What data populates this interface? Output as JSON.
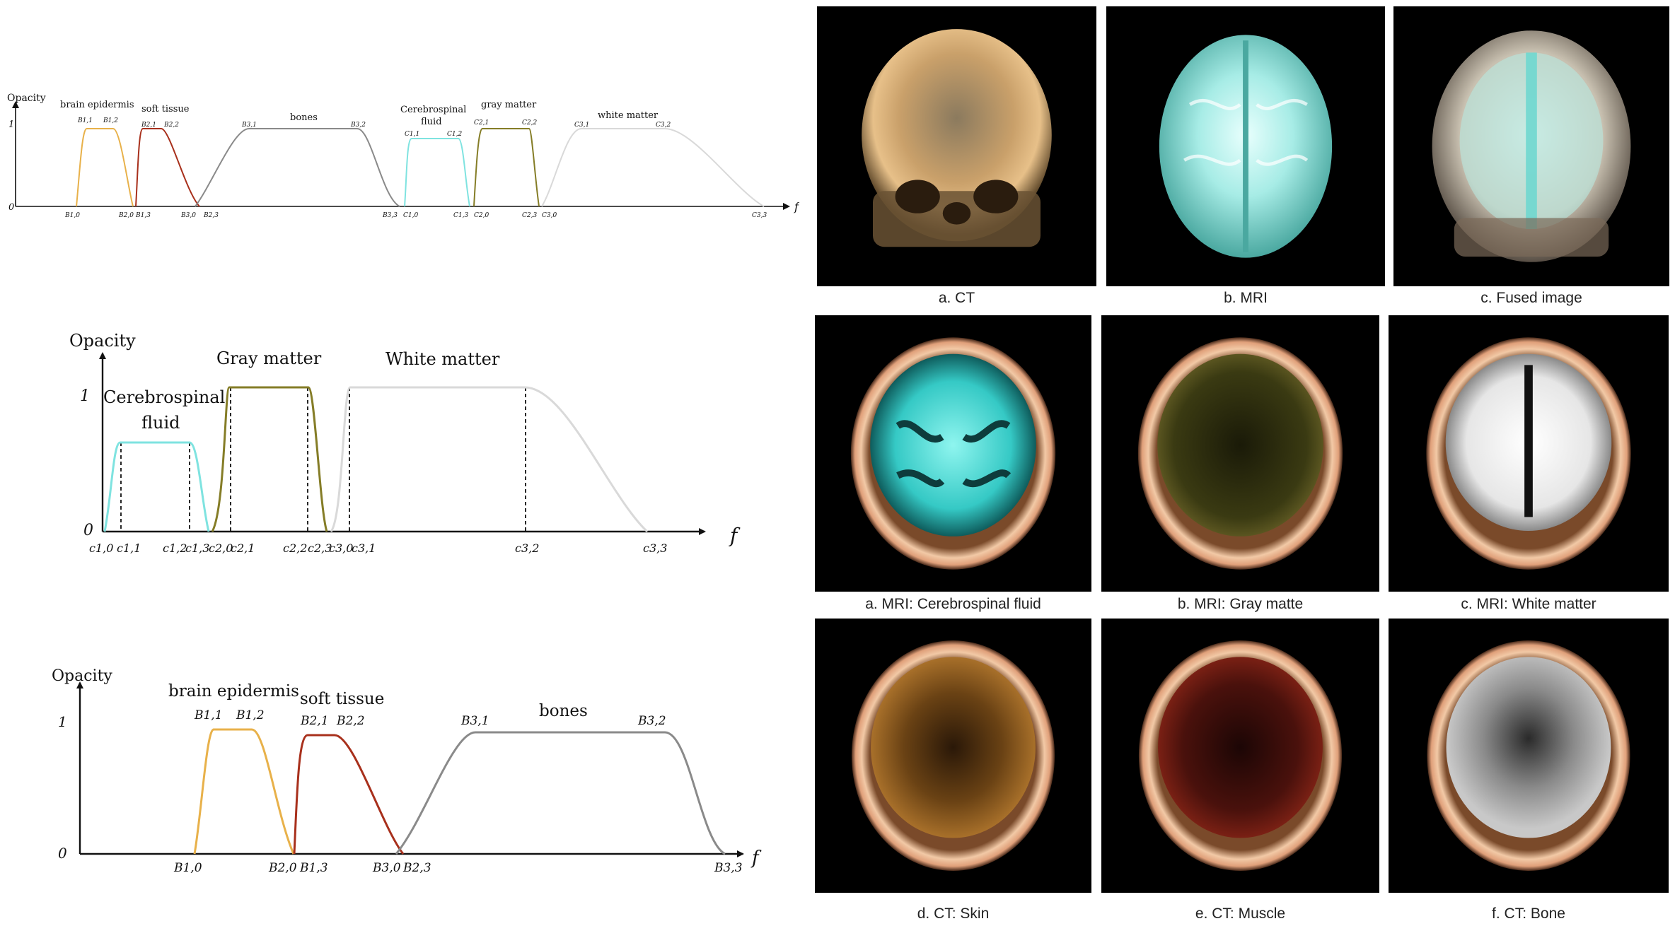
{
  "colors": {
    "epidermis": "#E8B14A",
    "soft_tissue": "#A8301C",
    "bones": "#8A8A8A",
    "csf": "#7FE3E0",
    "gray_matter": "#857D27",
    "white_matter": "#D9D9D9",
    "axis": "#111111"
  },
  "charts": {
    "top": {
      "y_title": "Opacity",
      "x_title": "f",
      "y_one": "1",
      "y_zero": "0",
      "labels": {
        "brain_epidermis": "brain epidermis",
        "soft_tissue": "soft tissue",
        "bones": "bones",
        "csf_line1": "Cerebrospinal",
        "csf_line2": "fluid",
        "gray_matter": "gray matter",
        "white_matter": "white matter"
      },
      "points": {
        "B11": "B1,1",
        "B12": "B1,2",
        "B21": "B2,1",
        "B22": "B2,2",
        "B31": "B3,1",
        "B32": "B3,2",
        "C11": "C1,1",
        "C12": "C1,2",
        "C21": "C2,1",
        "C22": "C2,2",
        "C31": "C3,1",
        "C32": "C3,2"
      },
      "ticks": {
        "B10": "B1,0",
        "B20": "B2,0",
        "B13": "B1,3",
        "B30": "B3,0",
        "B23": "B2,3",
        "B33": "B3,3",
        "C10": "C1,0",
        "C13": "C1,3",
        "C20": "C2,0",
        "C23": "C2,3",
        "C30": "C3,0",
        "C33": "C3,3"
      }
    },
    "middle": {
      "y_title": "Opacity",
      "x_title": "f",
      "y_one": "1",
      "y_zero": "0",
      "labels": {
        "csf_line1": "Cerebrospinal",
        "csf_line2": "fluid",
        "gray_matter": "Gray matter",
        "white_matter": "White matter"
      },
      "ticks": {
        "c10": "c1,0",
        "c11": "c1,1",
        "c12": "c1,2",
        "c13": "c1,3",
        "c20": "c2,0",
        "c21": "c2,1",
        "c22": "c2,2",
        "c23": "c2,3",
        "c30": "c3,0",
        "c31": "c3,1",
        "c32": "c3,2",
        "c33": "c3,3"
      }
    },
    "bottom": {
      "y_title": "Opacity",
      "x_title": "f",
      "y_one": "1",
      "y_zero": "0",
      "labels": {
        "brain_epidermis": "brain epidermis",
        "soft_tissue": "soft tissue",
        "bones": "bones"
      },
      "points": {
        "B11": "B1,1",
        "B12": "B1,2",
        "B21": "B2,1",
        "B22": "B2,2",
        "B31": "B3,1",
        "B32": "B3,2"
      },
      "ticks": {
        "B10": "B1,0",
        "B20": "B2,0",
        "B13": "B1,3",
        "B30": "B3,0",
        "B23": "B2,3",
        "B33": "B3,3"
      }
    }
  },
  "images": {
    "ct": "a. CT",
    "mri": "b. MRI",
    "fused": "c. Fused image",
    "mri_csf": "a. MRI: Cerebrospinal fluid",
    "mri_gray": "b. MRI: Gray matte",
    "mri_white": "c. MRI: White matter",
    "ct_skin": "d. CT: Skin",
    "ct_muscle": "e. CT: Muscle",
    "ct_bone": "f. CT: Bone"
  }
}
